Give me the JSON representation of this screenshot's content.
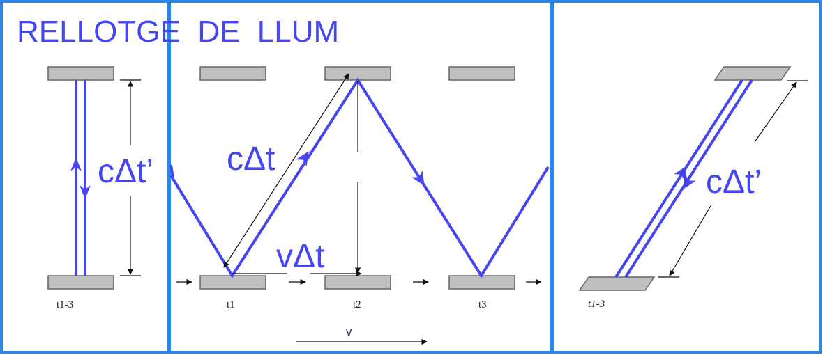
{
  "title": "RELLOTGE  DE  LLUM",
  "panel_left": {
    "label": "cΔt’",
    "time": "t1-3"
  },
  "panel_mid": {
    "hyp_label": "cΔt",
    "base_label": "vΔt",
    "times": [
      "t1",
      "t2",
      "t3"
    ],
    "velocity": "v"
  },
  "panel_right": {
    "label": "cΔt’",
    "time": "t1-3"
  },
  "colors": {
    "frame": "#2a86e8",
    "light": "#4646f0",
    "mirror_fill": "#c0c0c0",
    "mirror_stroke": "#666666"
  }
}
